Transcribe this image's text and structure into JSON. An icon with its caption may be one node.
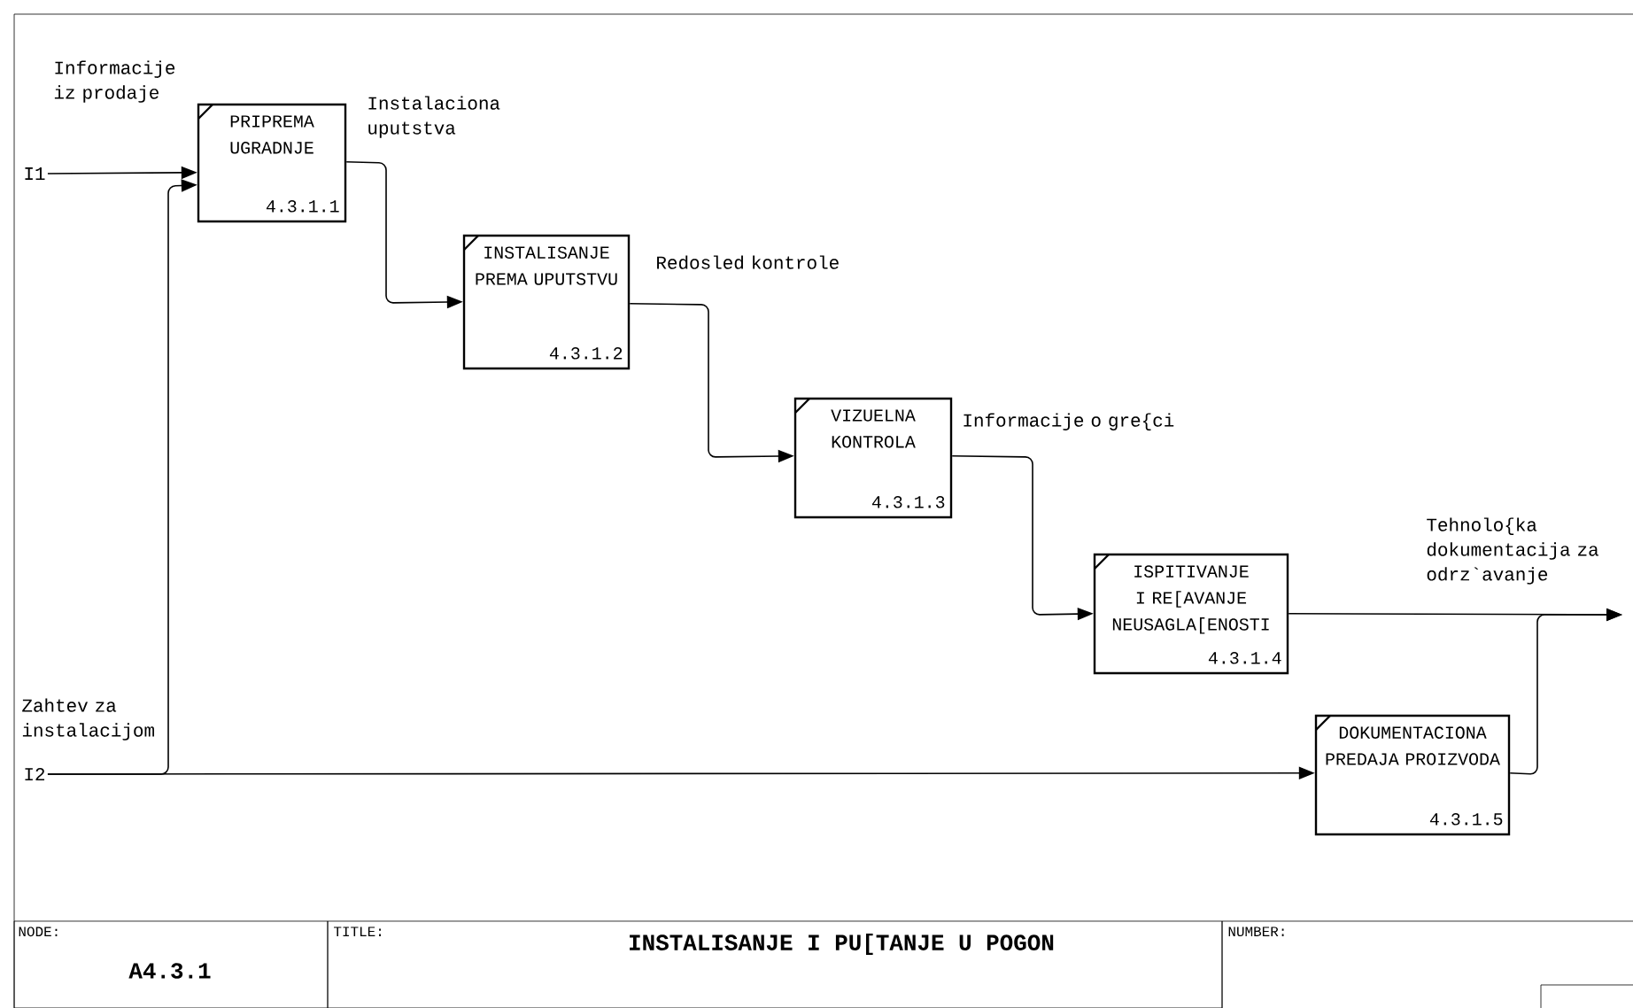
{
  "diagram": {
    "title": "INSTALISANJE I PU[TANJE U POGON",
    "nodes": [
      {
        "text": [
          "I1"
        ]
      },
      {
        "text": [
          "PRIPREMA UGRADNJE",
          "4.3.1.1"
        ]
      },
      {
        "text": [
          "INSTALISANJE PREMA UPUTSTVU",
          "4.3.1.2"
        ]
      },
      {
        "text": [
          "VIZUELNA KONTROLA",
          "4.3.1.3"
        ]
      },
      {
        "text": [
          "ISPITIVANJE I RE[AVANJE NEUSAGLA[ENOSTI",
          "4.3.1.4"
        ]
      },
      {
        "text": [
          "I2"
        ]
      },
      {
        "text": [
          "DOKUMENTACIONA PREDAJA PROIZVODA",
          "4.3.1.5"
        ]
      }
    ],
    "edges": [
      {
        "from": 0,
        "to": 1,
        "arrow": "to",
        "label": "Informacije iz prodaje"
      },
      {
        "from": 1,
        "to": 2,
        "arrow": "to",
        "label": "Instalaciona uputstva"
      },
      {
        "from": 2,
        "to": 3,
        "arrow": "to",
        "label": "Redosled kontrole"
      },
      {
        "from": 3,
        "to": 4,
        "arrow": "to",
        "label": "Informacije o gre{ci"
      },
      {
        "from": 4,
        "to": null,
        "arrow": "to",
        "label": "Tehnolo{ka dokumentacija za odrz`avanje"
      },
      {
        "from": 6,
        "to": null,
        "arrow": "to"
      },
      {
        "from": 5,
        "to": 6,
        "arrow": "to",
        "label": "Zahtev za instalacijom"
      },
      {
        "from": 5,
        "to": 1,
        "arrow": "to"
      }
    ],
    "labels": [
      "NODE:",
      "TITLE:",
      "NUMBER:",
      "A4.3.1"
    ]
  }
}
